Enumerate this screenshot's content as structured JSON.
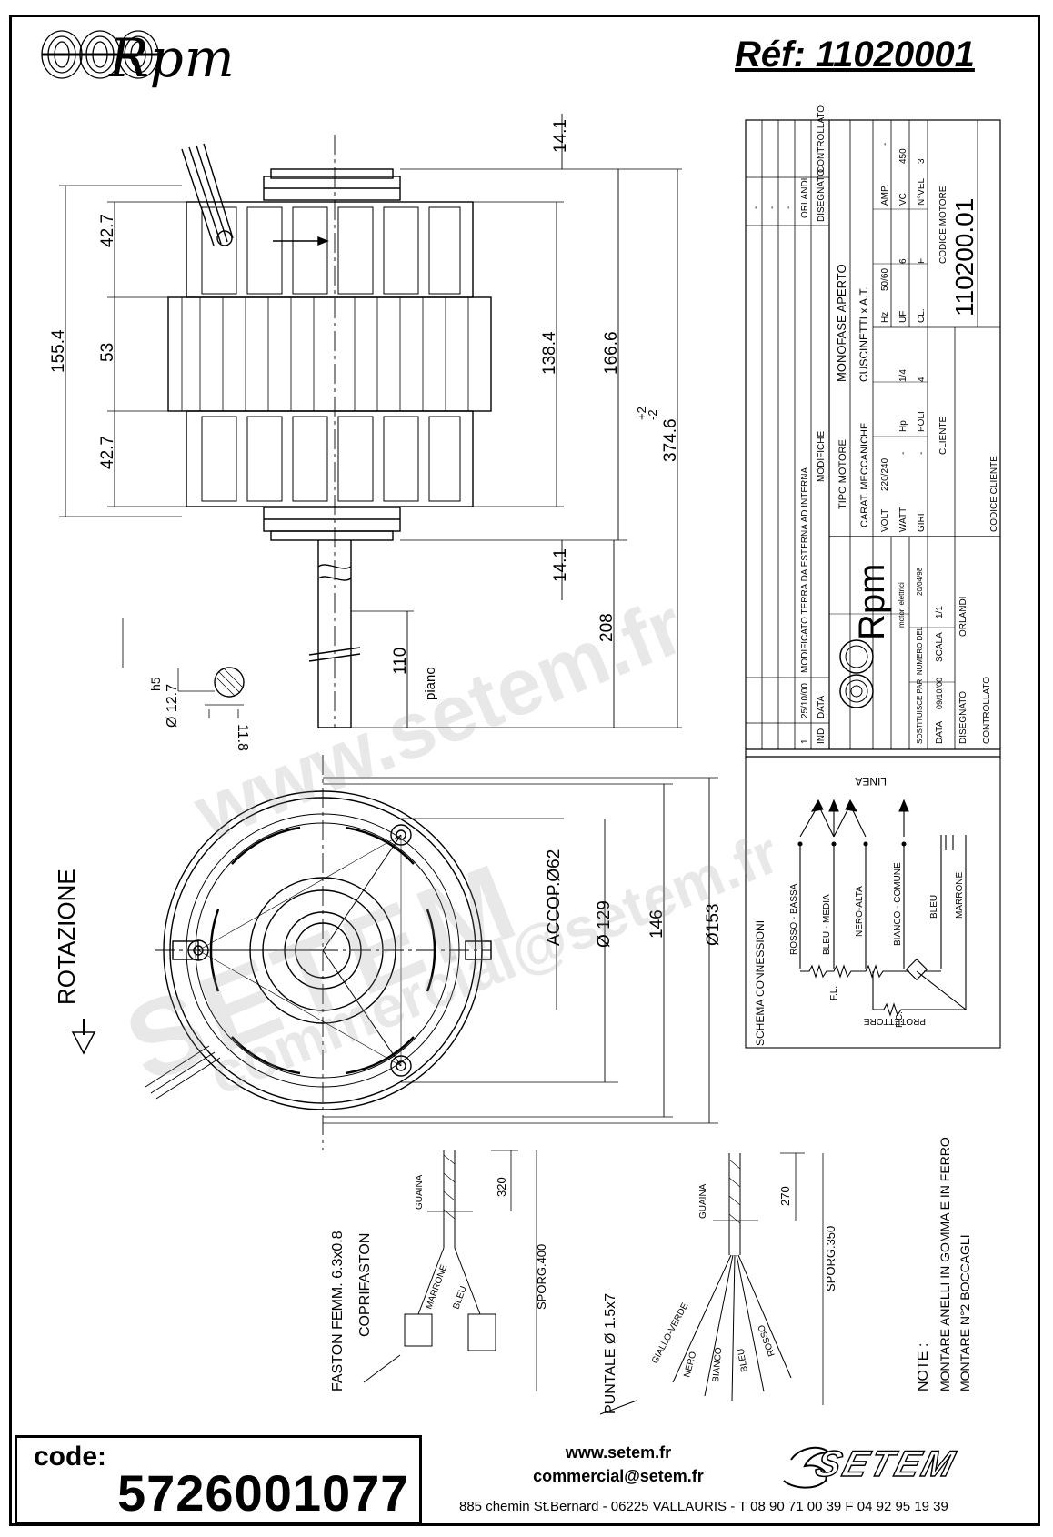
{
  "header": {
    "brand": "Rpm",
    "reference": "Réf:  11020001"
  },
  "top_view": {
    "dims": {
      "d1": "14.1",
      "d2": "42.7",
      "d3": "53",
      "d4": "42.7",
      "d5": "155.4",
      "d6": "138.4",
      "d7": "166.6",
      "d8_tol_plus": "+2",
      "d8_tol_minus": "-2",
      "d8": "374.6",
      "d9": "14.1",
      "d10": "208",
      "d11": "110"
    },
    "shaft": {
      "fit": "h5",
      "diameter": "Ø 12.7",
      "flat": "11.8",
      "flat_label": "piano"
    }
  },
  "front_view": {
    "rotation": "ROTAZIONE",
    "dims": {
      "accop": "ACCOP.Ø62",
      "d129": "Ø 129",
      "d146": "146",
      "d153": "Ø153"
    }
  },
  "title_block": {
    "revision": {
      "rows": [
        {
          "ind": "1",
          "data": "25/10/00",
          "modifiche": "MODIFICATO TERRA DA ESTERNA AD INTERNA",
          "disegnato": "ORLANDI"
        }
      ],
      "headers": {
        "ind": "IND",
        "data": "DATA",
        "modifiche": "MODIFICHE",
        "disegnato": "DISEGNATO",
        "controllato": "CONTROLLATO"
      },
      "dash": "-"
    },
    "tipo_motore_label": "TIPO MOTORE",
    "tipo_motore": "MONOFASE APERTO",
    "carat_label": "CARAT. MECCANICHE",
    "carat": "CUSCINETTI x A.T.",
    "specs": {
      "volt_label": "VOLT",
      "volt": "220/240",
      "hz_label": "Hz",
      "hz": "50/60",
      "amp_label": "AMP.",
      "amp": "-",
      "watt_label": "WATT",
      "watt": "-",
      "hp_label": "Hp",
      "hp": "1/4",
      "uf_label": "UF",
      "uf": "6",
      "vc_label": "VC",
      "vc": "450",
      "giri_label": "GIRI",
      "giri": "-",
      "poli_label": "POLI",
      "poli": "4",
      "cl_label": "CL.",
      "cl": "F",
      "nvel_label": "N°VEL",
      "nvel": "3"
    },
    "cliente_label": "CLIENTE",
    "codice_cliente_label": "CODICE CLIENTE",
    "codice_motore_label": "CODICE MOTORE",
    "codice_motore": "110200.01",
    "logo_text": "Rpm",
    "logo_sub": "motori elettrici",
    "sostituisce": "SOSTITUISCE PARI NUMERO DEL",
    "sostituisce_date": "20/04/98",
    "data_label": "DATA",
    "data": "09/10/00",
    "scala_label": "SCALA",
    "scala": "1/1",
    "disegnato_label": "DISEGNATO",
    "disegnato": "ORLANDI",
    "controllato_label": "CONTROLLATO"
  },
  "schema": {
    "title": "SCHEMA CONNESSIONI",
    "linea": "LINEA",
    "wires": [
      "ROSSO - BASSA",
      "BLEU - MEDIA",
      "NERO-ALTA",
      "BIANCO - COMUNE",
      "BLEU",
      "MARRONE"
    ],
    "fl": "F.L.",
    "fc": "F.C.",
    "protettore": "PROTETTORE"
  },
  "cable1": {
    "title1": "FASTON FEMM. 6.3x0.8",
    "title2": "COPRIFASTON",
    "guaina": "GUAINA",
    "wires": [
      "MARRONE",
      "BLEU"
    ],
    "d320": "320",
    "sporg": "SPORG.400"
  },
  "cable2": {
    "title": "PUNTALE Ø 1.5x7",
    "guaina": "GUAINA",
    "wires": [
      "GIALLO-VERDE",
      "NERO",
      "BIANCO",
      "BLEU",
      "ROSSO"
    ],
    "d270": "270",
    "sporg": "SPORG.350"
  },
  "notes": {
    "title": "NOTE :",
    "line1": "MONTARE ANELLI IN GOMMA E IN FERRO",
    "line2": "MONTARE N°2 BOCCAGLI"
  },
  "code": {
    "label": "code:",
    "value": "5726001077"
  },
  "footer": {
    "web": "www.setem.fr",
    "email": "commercial@setem.fr",
    "address": "885 chemin St.Bernard  -  06225 VALLAURIS  -  T 08 90 71 00 39   F 04 92 95 19 39",
    "logo": "SETEM"
  },
  "watermark": {
    "line1": "www.setem.fr",
    "line2": "SETEM",
    "line3": "commercial@setem.fr"
  }
}
